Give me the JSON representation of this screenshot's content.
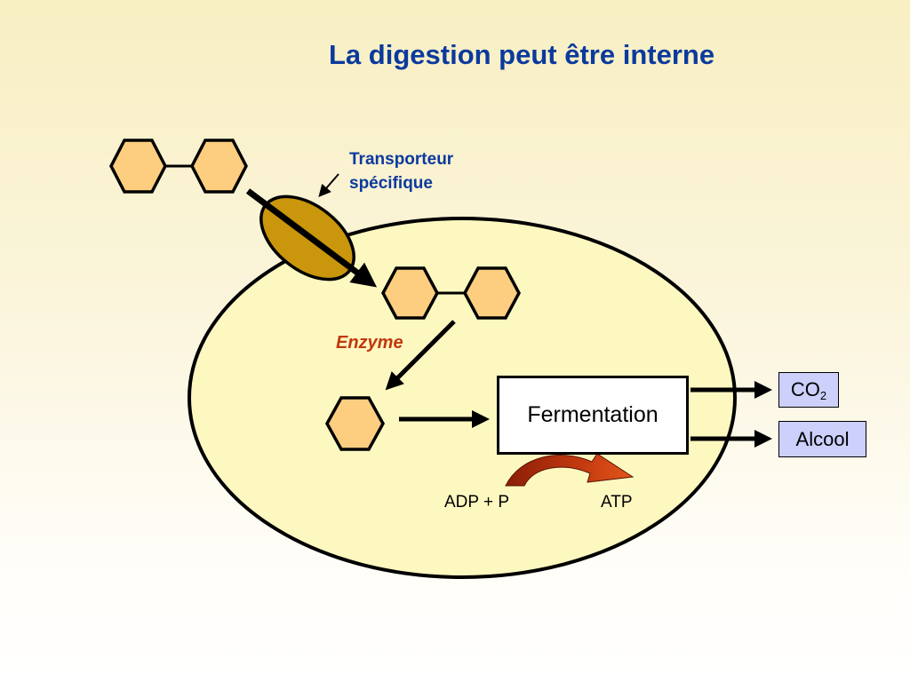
{
  "title": "La digestion peut être interne",
  "transporteur": {
    "line1": "Transporteur",
    "line2": "spécifique"
  },
  "enzyme_label": "Enzyme",
  "fermentation_label": "Fermentation",
  "products": {
    "co2": {
      "main": "CO",
      "sub": "2"
    },
    "alcool": "Alcool"
  },
  "energy": {
    "input": "ADP + P",
    "output": "ATP"
  },
  "colors": {
    "title": "#0b3a9e",
    "enzyme": "#c0380e",
    "cell_fill": "#fdf8c0",
    "hexagon_fill": "#fdce80",
    "transporter_fill": "#c9960c",
    "product_box_fill": "#ccd0fb",
    "atp_arrow": "#b5300c"
  }
}
